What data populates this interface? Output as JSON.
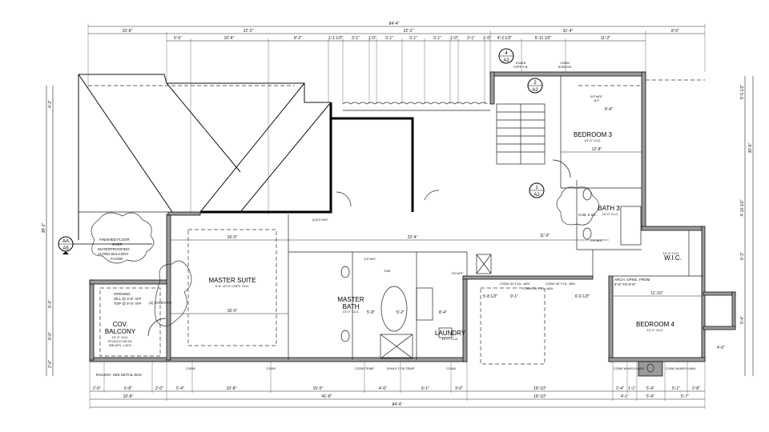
{
  "rooms": {
    "master_suite": {
      "name": "MASTER SUITE",
      "clg": "9'-6\"-10'-0\" COFF. CLG."
    },
    "cov_balcony": {
      "name1": "COV.",
      "name2": "BALCONY",
      "clg": "10'-0\" CLG.",
      "note1": "STUCCO ON HI-",
      "note2": "RIB MTL. LATH"
    },
    "master_bath": {
      "name1": "MASTER",
      "name2": "BATH",
      "clg": "10'-0\" CLG."
    },
    "laundry": {
      "name": "LAUNDRY",
      "clg": "10'-0\" CLG."
    },
    "bedroom3": {
      "name": "BEDROOM 3",
      "clg": "10'-0\" CLG."
    },
    "bath3": {
      "name": "BATH 3",
      "clg": "10'-0\" CLG."
    },
    "wic": {
      "name": "W.I.C.",
      "clg": "10'-0\" CLG."
    },
    "bedroom4": {
      "name": "BEDROOM 4",
      "clg": "12'-0\" CLG."
    }
  },
  "notes": {
    "balcony_floor": [
      "FINISHED FLOOR",
      "OVER",
      "WATERPROOFING",
      "ALONG BALCONY",
      "FLOOR"
    ],
    "opening": [
      "OPENING",
      "SILL @ 3'-6\" AFF",
      "TOP @ 9'-0\" AFF"
    ],
    "french_doors": "(2) 3'0x8'0 FR.",
    "railing": "RAILING- SEE DETAIL 6/A2",
    "arch": [
      "ARCH. OPNG. FROM",
      "8'-0\" TO 8'-8\""
    ],
    "bath3_cab": "CAB. 5 SK.",
    "window_top": [
      "5'0x6'8",
      "TOPP F.B."
    ],
    "window_egress": [
      "C2650",
      "EGRESS"
    ],
    "win_bottom": [
      "C2650",
      "C2650",
      "C2050 TEMP",
      "5'0x4'0 T.F.B TEMP",
      "C2040",
      "C2050 W/ARCH ABV.",
      "C2050 W/ARCH ABV."
    ],
    "win_top_row": [
      "C2050 3X F.GL. ABV.",
      "C2050 3X F.GL. ABV.",
      "C2050 3X F.GL. ABV."
    ],
    "bed3_closet": [
      "6'0\"x8'0\"",
      "B.P."
    ],
    "door_sizes": [
      "2'8\"x8'0\"",
      "2'4\"x8'0\"",
      "2'6\"x8'0\"",
      "(2)2'0\"x8'0\""
    ],
    "tub": "TUB"
  },
  "markers": [
    {
      "num": "4",
      "sheet": "A2"
    },
    {
      "num": "2",
      "sheet": "A2"
    },
    {
      "num": "1",
      "sheet": "A2"
    },
    {
      "num": "AA",
      "sheet": "A5"
    }
  ],
  "dims": {
    "overall_top": "84'-4\"",
    "top2": [
      "10'-8\"",
      "22'-2\"",
      "22'-2\"",
      "31'-4\"",
      "8'-0\""
    ],
    "top3": [
      "5'-5\"",
      "10'-4\"",
      "8'-2\"",
      "1'-1 1/2\"",
      "3'-1\"",
      "1'-0\"",
      "3'-1\"",
      "3'-1\"",
      "3'-1\"",
      "1'-0\"",
      "3'-1\"",
      "1'-0\"",
      "4'-2 1/2\"",
      "5'-11 1/2\"",
      "11'-2\""
    ],
    "bottom1": [
      "2'-0\"",
      "6'-8\"",
      "2'-0\"",
      "5'-4\"",
      "10'-8\"",
      "15'-5\"",
      "4'-6\"",
      "6'-1\"",
      "3'-0\"",
      "18'-10\"",
      "2'-4\"",
      "1'-1\"",
      "5'-4\"",
      "5'-1\"",
      "2'-8\""
    ],
    "bottom2": [
      "10'-8\"",
      "41'-8\"",
      "18'-10\"",
      "4'-1\"",
      "5'-4\"",
      "5'-7\""
    ],
    "overall_bottom": "84'-4\"",
    "left": [
      "4'-2\"",
      "38'-2\"",
      "5'-4\"",
      "8'-0\"",
      "2'-0\""
    ],
    "right": [
      "5'-5 1/2\"",
      "30'-6\"",
      "6'-2\"",
      "4'-10 1/2\"",
      "5'-4\""
    ],
    "interior": [
      "16'-0\"",
      "16'-0\"",
      "22'-4\"",
      "11'-10\"",
      "12'-8\"",
      "8'-4\"",
      "11'-0\"",
      "5'-2\"",
      "5'-8\"",
      "8'-4\"",
      "9'-1\"",
      "5'-8 1/2\"",
      "6'-0 1/2\"",
      "4'-0\""
    ]
  }
}
